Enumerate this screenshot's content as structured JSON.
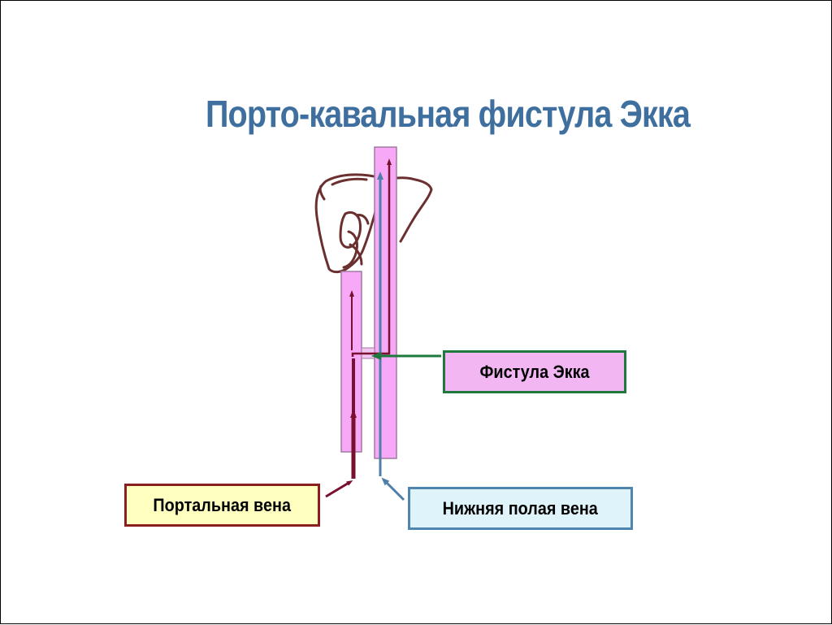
{
  "title": "Порто-кавальная фистула Экка",
  "labels": {
    "fistula": "Фистула  Экка",
    "portal_vein": "Портальная вена",
    "inferior_vena_cava": "Нижняя полая  вена"
  },
  "colors": {
    "title": "#3f6f9f",
    "vein_fill": "#f7a8f7",
    "vein_stroke": "#a07aa0",
    "portal_arrow": "#7a1030",
    "ivc_arrow": "#4f7fa8",
    "fistula_arrow": "#1e7a3c",
    "liver_outline": "#6b2f2f",
    "fistula_box_fill": "#f2b7f2",
    "fistula_box_border": "#1e7a3c",
    "portal_box_fill": "#ffffc0",
    "portal_box_border": "#8b1e1e",
    "ivc_box_fill": "#dff3fb",
    "ivc_box_border": "#4f86b0"
  },
  "icons": {
    "liver": "liver-sketch-icon"
  }
}
